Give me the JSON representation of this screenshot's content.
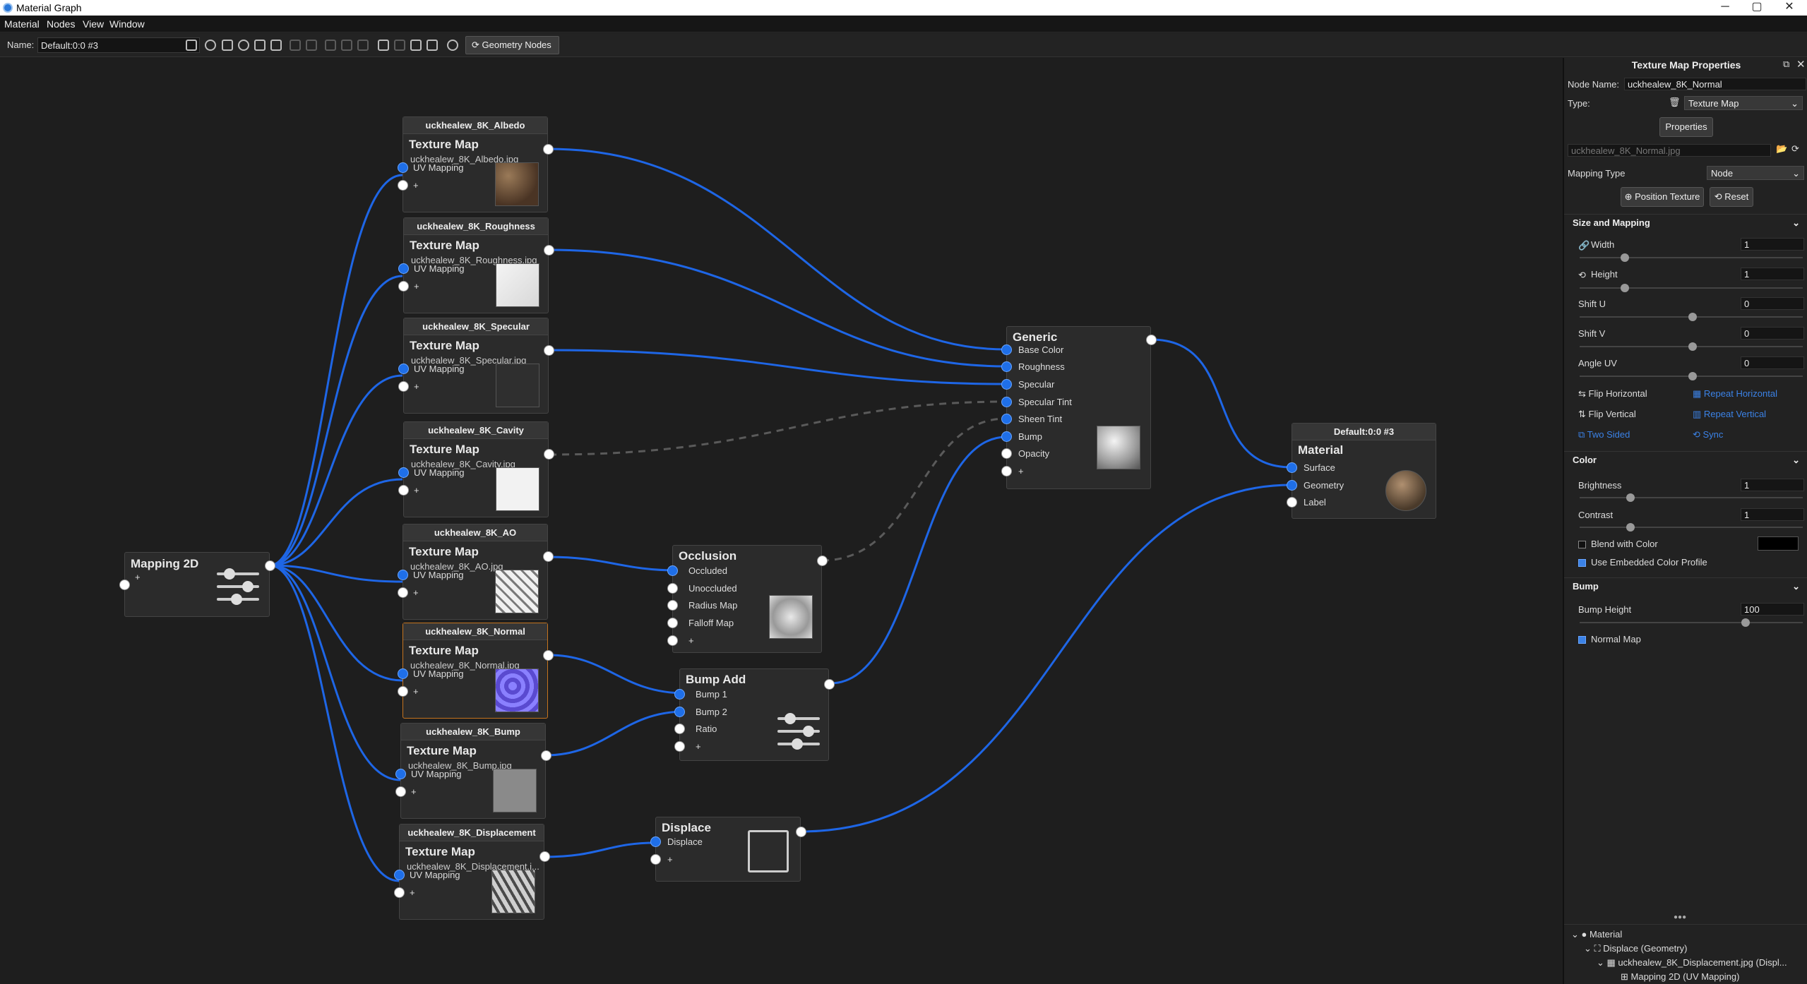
{
  "window": {
    "title": "Material Graph",
    "minimize": "─",
    "maximize": "▢",
    "close": "✕"
  },
  "menu": [
    "Material",
    "Nodes",
    "View",
    "Window"
  ],
  "toolbar": {
    "name_label": "Name:",
    "name_value": "Default:0:0 #3",
    "geometry_nodes": "Geometry Nodes"
  },
  "mapping2d": {
    "title": "Mapping 2D",
    "plus": "+"
  },
  "tex_nodes": [
    {
      "header": "uckhealew_8K_Albedo",
      "title": "Texture Map",
      "file": "uckhealew_8K_Albedo.jpg",
      "uv": "UV Mapping",
      "plus": "+"
    },
    {
      "header": "uckhealew_8K_Roughness",
      "title": "Texture Map",
      "file": "uckhealew_8K_Roughness.jpg",
      "uv": "UV Mapping",
      "plus": "+"
    },
    {
      "header": "uckhealew_8K_Specular",
      "title": "Texture Map",
      "file": "uckhealew_8K_Specular.jpg",
      "uv": "UV Mapping",
      "plus": "+"
    },
    {
      "header": "uckhealew_8K_Cavity",
      "title": "Texture Map",
      "file": "uckhealew_8K_Cavity.jpg",
      "uv": "UV Mapping",
      "plus": "+"
    },
    {
      "header": "uckhealew_8K_AO",
      "title": "Texture Map",
      "file": "uckhealew_8K_AO.jpg",
      "uv": "UV Mapping",
      "plus": "+"
    },
    {
      "header": "uckhealew_8K_Normal",
      "title": "Texture Map",
      "file": "uckhealew_8K_Normal.jpg",
      "uv": "UV Mapping",
      "plus": "+"
    },
    {
      "header": "uckhealew_8K_Bump",
      "title": "Texture Map",
      "file": "uckhealew_8K_Bump.jpg",
      "uv": "UV Mapping",
      "plus": "+"
    },
    {
      "header": "uckhealew_8K_Displacement",
      "title": "Texture Map",
      "file": "uckhealew_8K_Displacement.j...",
      "uv": "UV Mapping",
      "plus": "+"
    }
  ],
  "occlusion": {
    "title": "Occlusion",
    "inputs": [
      "Occluded",
      "Unoccluded",
      "Radius Map",
      "Falloff Map",
      "+"
    ]
  },
  "bump_add": {
    "title": "Bump Add",
    "inputs": [
      "Bump 1",
      "Bump 2",
      "Ratio",
      "+"
    ]
  },
  "displace": {
    "title": "Displace",
    "inputs": [
      "Displace",
      "+"
    ]
  },
  "generic": {
    "title": "Generic",
    "inputs": [
      "Base Color",
      "Roughness",
      "Specular",
      "Specular Tint",
      "Sheen Tint",
      "Bump",
      "Opacity",
      "+"
    ]
  },
  "material": {
    "header": "Default:0:0 #3",
    "title": "Material",
    "inputs": [
      "Surface",
      "Geometry",
      "Label"
    ]
  },
  "panel": {
    "title": "Texture Map Properties",
    "node_name_label": "Node Name:",
    "node_name": "uckhealew_8K_Normal",
    "type_label": "Type:",
    "type": "Texture Map",
    "properties_btn": "Properties",
    "file": "uckhealew_8K_Normal.jpg",
    "mapping_type_label": "Mapping Type",
    "mapping_type": "Node",
    "position_texture": "Position Texture",
    "reset": "Reset",
    "size_section": "Size and Mapping",
    "width_label": "Width",
    "width": "1",
    "height_label": "Height",
    "height": "1",
    "shiftu_label": "Shift U",
    "shiftu": "0",
    "shiftv_label": "Shift V",
    "shiftv": "0",
    "angle_label": "Angle UV",
    "angle": "0",
    "flip_h": "Flip Horizontal",
    "repeat_h": "Repeat Horizontal",
    "flip_v": "Flip Vertical",
    "repeat_v": "Repeat Vertical",
    "two_sided": "Two Sided",
    "sync": "Sync",
    "color_section": "Color",
    "brightness_label": "Brightness",
    "brightness": "1",
    "contrast_label": "Contrast",
    "contrast": "1",
    "blend_label": "Blend with Color",
    "embedded_label": "Use Embedded Color Profile",
    "bump_section": "Bump",
    "bump_height_label": "Bump Height",
    "bump_height": "100",
    "normal_map_label": "Normal Map",
    "more": "●●●",
    "tree": [
      "Material",
      "Displace (Geometry)",
      "uckhealew_8K_Displacement.jpg (Displ...",
      "Mapping 2D (UV Mapping)"
    ]
  }
}
